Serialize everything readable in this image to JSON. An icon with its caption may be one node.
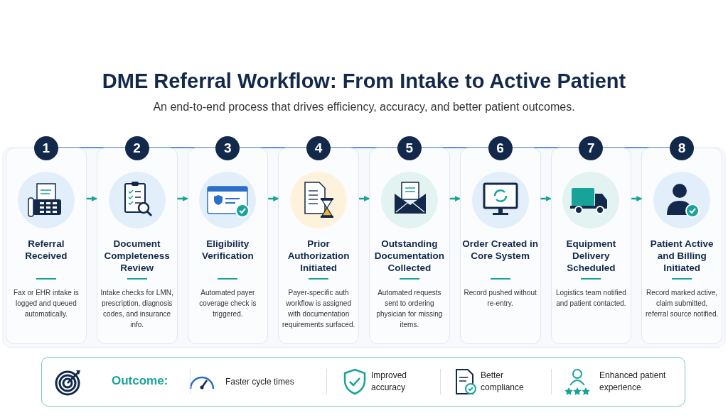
{
  "diagram": {
    "title": "DME Referral Workflow: From Intake to Active Patient",
    "nodes": [
      {
        "text": [
          "1",
          "Referral Received",
          "Fax or EHR intake is logged and queued automatically."
        ]
      },
      {
        "text": [
          "2",
          "Document Completeness Review",
          "Intake checks for LMN, prescription, diagnosis codes, and insurance info."
        ]
      },
      {
        "text": [
          "3",
          "Eligibility Verification",
          "Automated payer coverage check is triggered."
        ]
      },
      {
        "text": [
          "4",
          "Prior Authorization Initiated",
          "Payer-specific auth workflow is assigned with documentation requirements surfaced."
        ]
      },
      {
        "text": [
          "5",
          "Outstanding Documentation Collected",
          "Automated requests sent to ordering physician for missing items."
        ]
      },
      {
        "text": [
          "6",
          "Order Created in Core System",
          "Record pushed without re-entry."
        ]
      },
      {
        "text": [
          "7",
          "Equipment Delivery Scheduled",
          "Logistics team notified and patient contacted."
        ]
      },
      {
        "text": [
          "8",
          "Patient Active and Billing Initiated",
          "Record marked active, claim submitted, referral source notified."
        ]
      },
      {
        "text": [
          "Outcome:",
          "Faster cycle times",
          "Improved accuracy",
          "Better compliance",
          "Enhanced patient experience"
        ]
      }
    ],
    "edges": [
      {
        "from": 0,
        "to": 1,
        "arrow": "to"
      },
      {
        "from": 1,
        "to": 2,
        "arrow": "to"
      },
      {
        "from": 2,
        "to": 3,
        "arrow": "to"
      },
      {
        "from": 3,
        "to": 4,
        "arrow": "to"
      },
      {
        "from": 4,
        "to": 5,
        "arrow": "to"
      },
      {
        "from": 5,
        "to": 6,
        "arrow": "to"
      },
      {
        "from": 6,
        "to": 7,
        "arrow": "to"
      }
    ],
    "labels": [
      "An end-to-end process that drives efficiency, accuracy, and better patient outcomes."
    ]
  }
}
